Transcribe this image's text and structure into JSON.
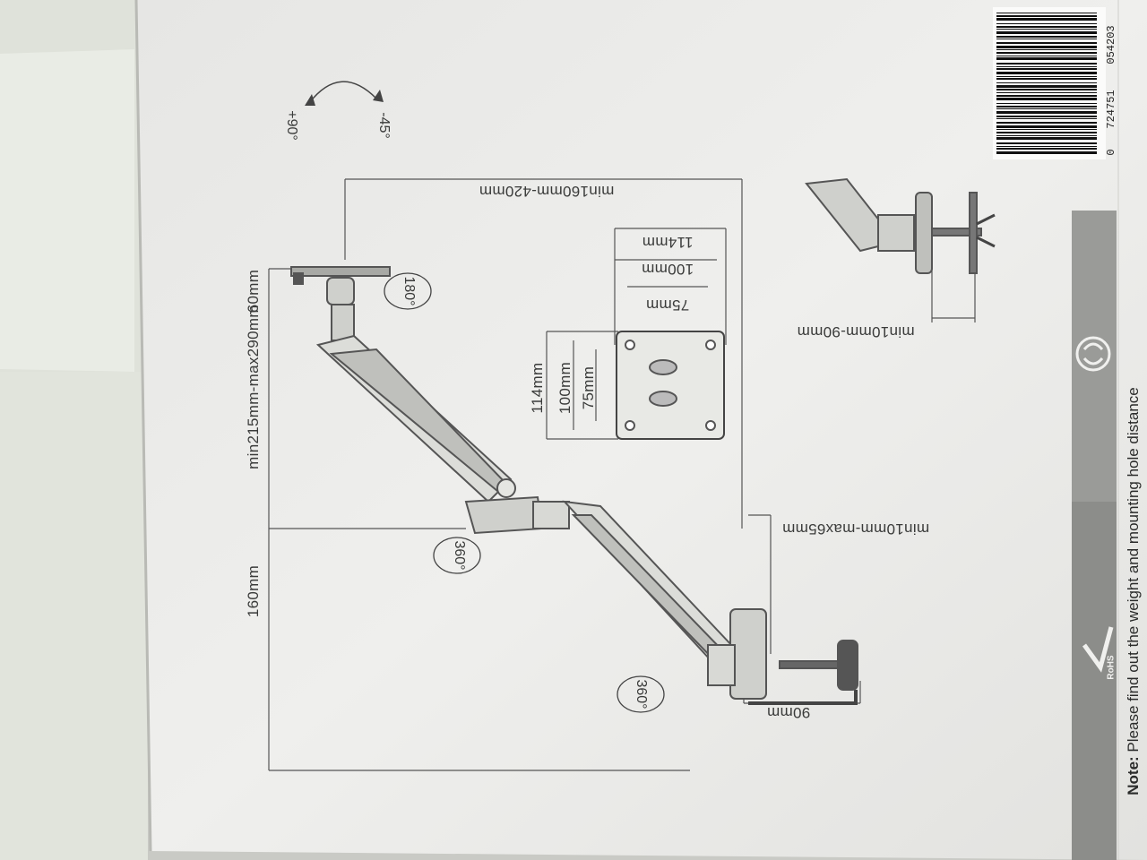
{
  "photo": {
    "subject": "monitor-arm-box-diagram"
  },
  "dimensions": {
    "arm_height_total": "160mm",
    "arm_height_range": "min215mm-max290mm",
    "arm_top": "60mm",
    "reach_range": "min160mm-420mm",
    "desk_thickness": "min10mm-max65mm",
    "clamp_depth": "90mm",
    "grommet_thickness": "min10mm-90mm",
    "vesa_h_114": "114mm",
    "vesa_h_100": "100mm",
    "vesa_h_75": "75mm",
    "vesa_v_114": "114mm",
    "vesa_v_100": "100mm",
    "vesa_v_75": "75mm"
  },
  "angles": {
    "tilt_up": "+90°",
    "tilt_down": "-45°",
    "rotate_head": "180°",
    "swivel_mid": "360°",
    "swivel_base": "360°"
  },
  "barcode": {
    "left_digit": "0",
    "group1": "724751",
    "group2": "054203"
  },
  "footer": {
    "note_label": "Note:",
    "note_text": " Please find out the weight and mounting hole distance",
    "rohs": "RoHS"
  }
}
